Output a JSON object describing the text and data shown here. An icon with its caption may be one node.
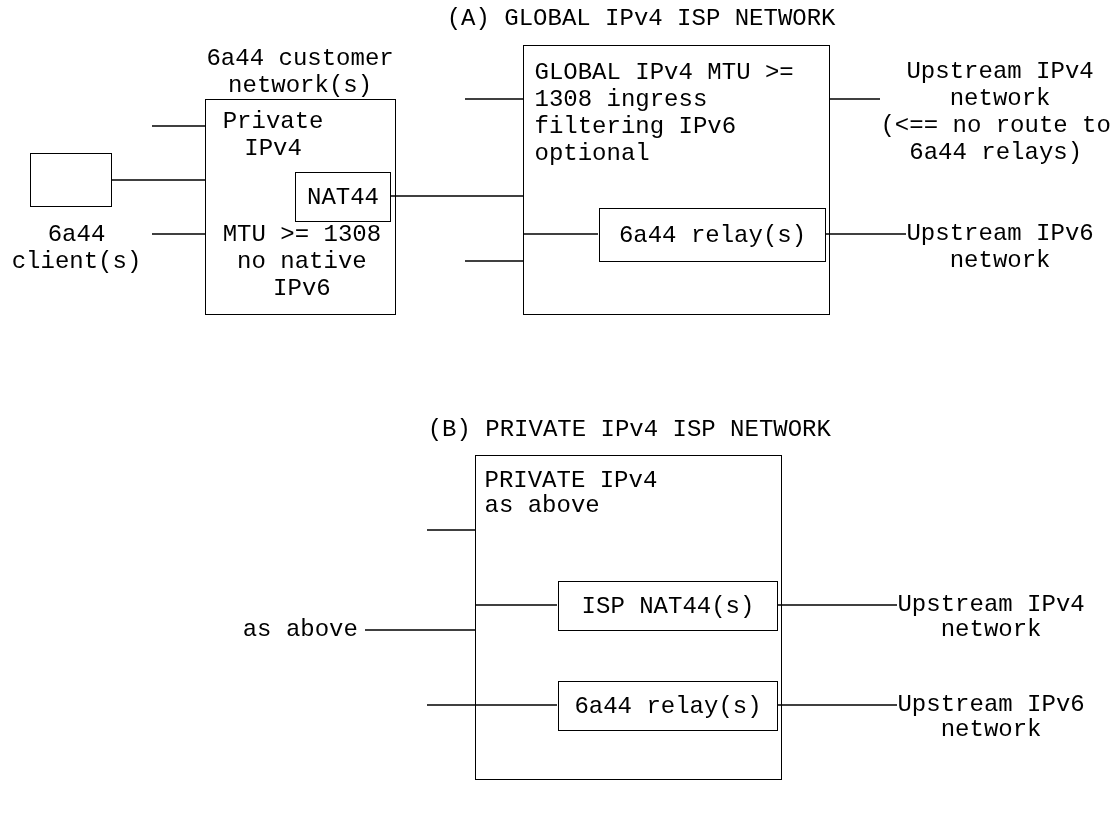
{
  "diagram": {
    "nodes": [
      {
        "text": [
          "6a44 customer network(s)",
          "Private IPv4",
          "MTU >= 1308 no native IPv6"
        ]
      },
      {
        "text": [
          "NAT44"
        ],
        "in": 0
      },
      {
        "text": [
          "6a44 client(s)"
        ]
      },
      {
        "text": [
          "(A) GLOBAL IPv4 ISP NETWORK",
          "GLOBAL IPv4 MTU >= 1308 ingress filtering IPv6 optional"
        ]
      },
      {
        "text": [
          "6a44 relay(s)"
        ],
        "in": 3
      },
      {
        "text": [
          "Upstream IPv4 network",
          "(<== no route to 6a44 relays)"
        ]
      },
      {
        "text": [
          "Upstream IPv6 network"
        ]
      },
      {
        "text": [
          "(B) PRIVATE IPv4 ISP NETWORK",
          "PRIVATE IPv4 as above"
        ]
      },
      {
        "text": [
          "ISP NAT44(s)"
        ],
        "in": 7
      },
      {
        "text": [
          "6a44 relay(s)"
        ],
        "in": 7
      },
      {
        "text": [
          "as above"
        ]
      },
      {
        "text": [
          "Upstream IPv4 network"
        ]
      },
      {
        "text": [
          "Upstream IPv6 network"
        ]
      }
    ],
    "edges": [
      {
        "from": null,
        "to": 0,
        "arrow": "none"
      },
      {
        "from": 2,
        "to": 0,
        "arrow": "none"
      },
      {
        "from": null,
        "to": 0,
        "arrow": "none"
      },
      {
        "from": null,
        "to": 3,
        "arrow": "none"
      },
      {
        "from": 1,
        "to": 3,
        "arrow": "none"
      },
      {
        "from": null,
        "to": 3,
        "arrow": "none"
      },
      {
        "from": 3,
        "to": 5,
        "arrow": "none"
      },
      {
        "from": 3,
        "to": 4,
        "arrow": "none"
      },
      {
        "from": 4,
        "to": 6,
        "arrow": "none"
      },
      {
        "from": null,
        "to": 7,
        "arrow": "none"
      },
      {
        "from": 10,
        "to": 7,
        "arrow": "none"
      },
      {
        "from": null,
        "to": 7,
        "arrow": "none"
      },
      {
        "from": 7,
        "to": 8,
        "arrow": "none"
      },
      {
        "from": 8,
        "to": 11,
        "arrow": "none"
      },
      {
        "from": 7,
        "to": 9,
        "arrow": "none"
      },
      {
        "from": 9,
        "to": 12,
        "arrow": "none"
      }
    ]
  }
}
